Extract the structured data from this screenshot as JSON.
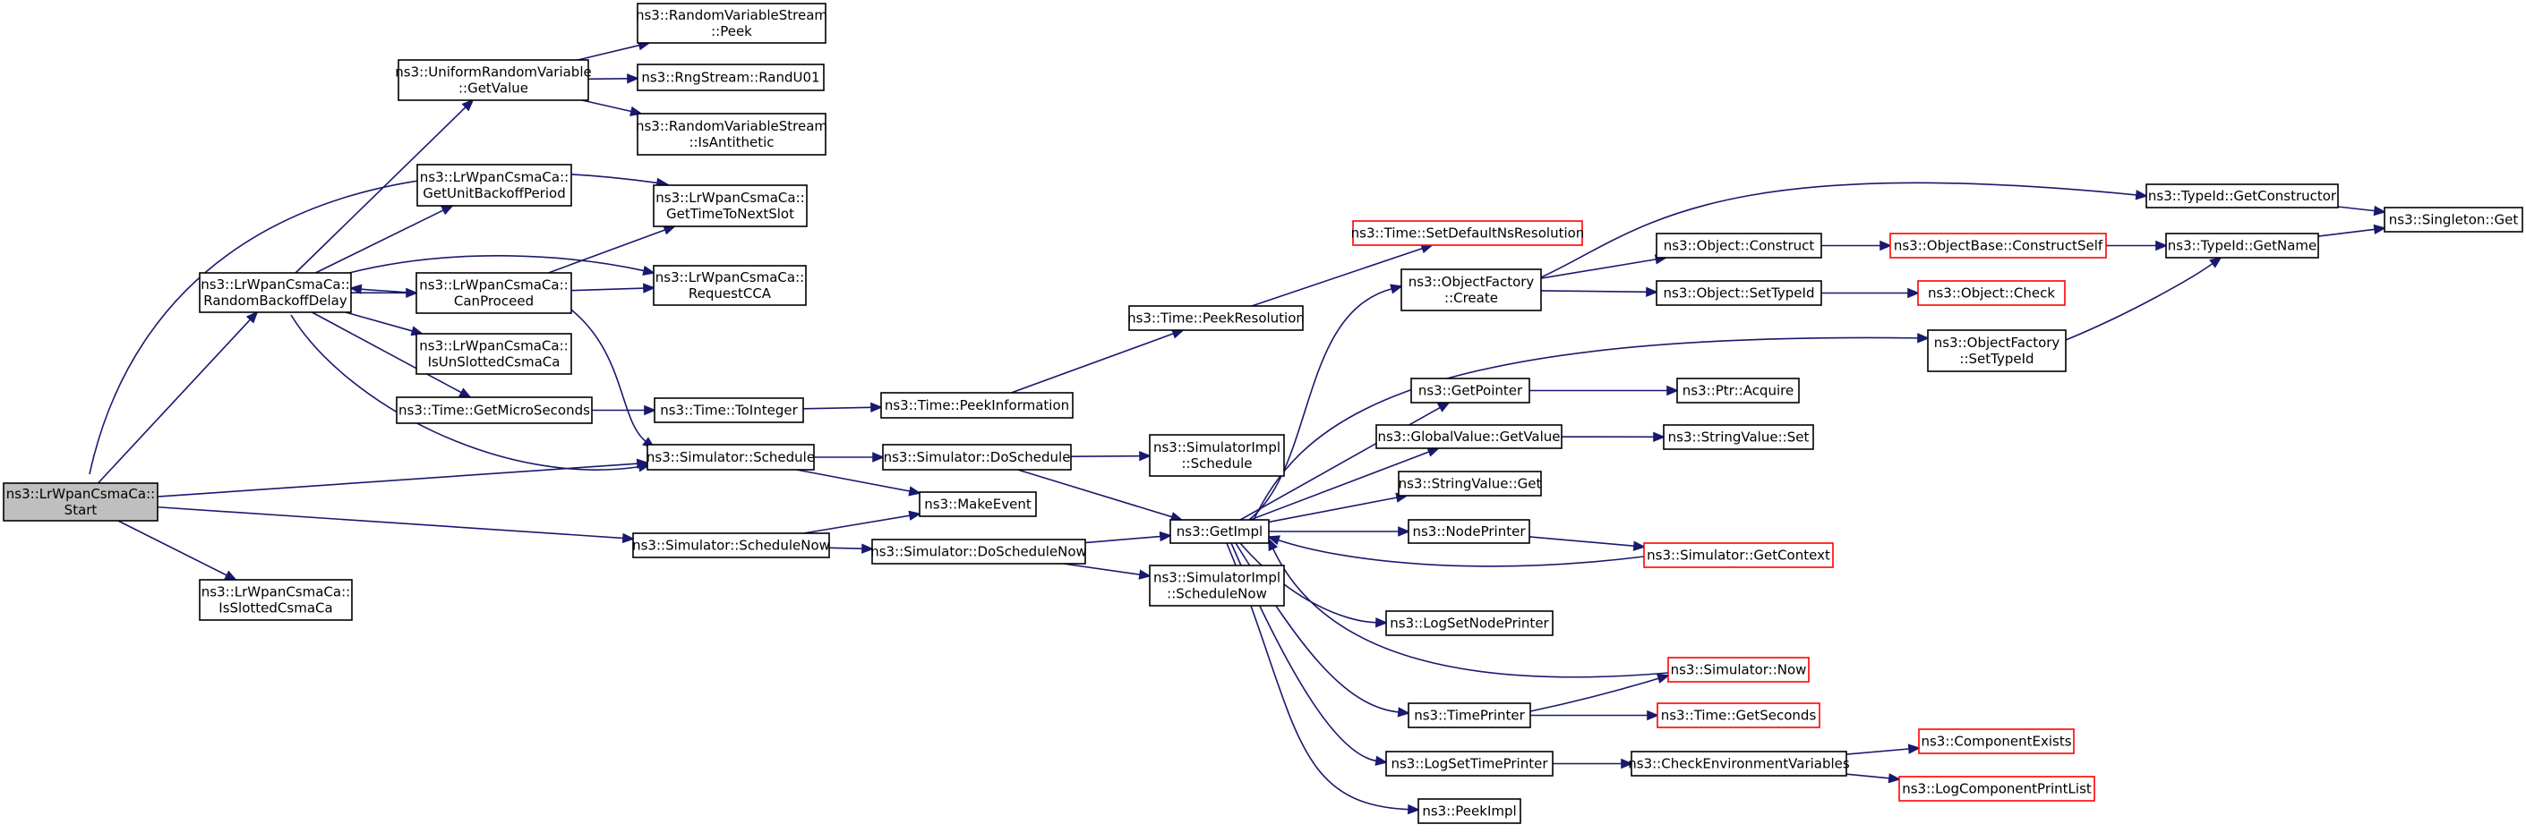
{
  "diagram": {
    "nodes": [
      {
        "id": "start",
        "lines": [
          "ns3::LrWpanCsmaCa::",
          "Start"
        ],
        "root": true
      },
      {
        "id": "rbd",
        "lines": [
          "ns3::LrWpanCsmaCa::",
          "RandomBackoffDelay"
        ]
      },
      {
        "id": "isslot",
        "lines": [
          "ns3::LrWpanCsmaCa::",
          "IsSlottedCsmaCa"
        ]
      },
      {
        "id": "urv",
        "lines": [
          "ns3::UniformRandomVariable",
          "::GetValue"
        ]
      },
      {
        "id": "ubp",
        "lines": [
          "ns3::LrWpanCsmaCa::",
          "GetUnitBackoffPeriod"
        ]
      },
      {
        "id": "canp",
        "lines": [
          "ns3::LrWpanCsmaCa::",
          "CanProceed"
        ]
      },
      {
        "id": "isunslot",
        "lines": [
          "ns3::LrWpanCsmaCa::",
          "IsUnSlottedCsmaCa"
        ]
      },
      {
        "id": "getmicro",
        "lines": [
          "ns3::Time::GetMicroSeconds"
        ]
      },
      {
        "id": "rvspeek",
        "lines": [
          "ns3::RandomVariableStream",
          "::Peek"
        ]
      },
      {
        "id": "randu01",
        "lines": [
          "ns3::RngStream::RandU01"
        ]
      },
      {
        "id": "rvsanti",
        "lines": [
          "ns3::RandomVariableStream",
          "::IsAntithetic"
        ]
      },
      {
        "id": "gttns",
        "lines": [
          "ns3::LrWpanCsmaCa::",
          "GetTimeToNextSlot"
        ]
      },
      {
        "id": "reqcca",
        "lines": [
          "ns3::LrWpanCsmaCa::",
          "RequestCCA"
        ]
      },
      {
        "id": "toint",
        "lines": [
          "ns3::Time::ToInteger"
        ]
      },
      {
        "id": "sched",
        "lines": [
          "ns3::Simulator::Schedule"
        ]
      },
      {
        "id": "schednow",
        "lines": [
          "ns3::Simulator::ScheduleNow"
        ]
      },
      {
        "id": "peekinfo",
        "lines": [
          "ns3::Time::PeekInformation"
        ]
      },
      {
        "id": "dosched",
        "lines": [
          "ns3::Simulator::DoSchedule"
        ]
      },
      {
        "id": "makeevent",
        "lines": [
          "ns3::MakeEvent"
        ]
      },
      {
        "id": "doschednow",
        "lines": [
          "ns3::Simulator::DoScheduleNow"
        ]
      },
      {
        "id": "peekres",
        "lines": [
          "ns3::Time::PeekResolution"
        ]
      },
      {
        "id": "setdefres",
        "lines": [
          "ns3::Time::SetDefaultNsResolution"
        ],
        "trunc": true
      },
      {
        "id": "simimplsched",
        "lines": [
          "ns3::SimulatorImpl",
          "::Schedule"
        ]
      },
      {
        "id": "getimpl",
        "lines": [
          "ns3::GetImpl"
        ]
      },
      {
        "id": "simimplschednow",
        "lines": [
          "ns3::SimulatorImpl",
          "::ScheduleNow"
        ]
      },
      {
        "id": "ofcreate",
        "lines": [
          "ns3::ObjectFactory",
          "::Create"
        ]
      },
      {
        "id": "getptr",
        "lines": [
          "ns3::GetPointer"
        ]
      },
      {
        "id": "gvget",
        "lines": [
          "ns3::GlobalValue::GetValue"
        ]
      },
      {
        "id": "svget",
        "lines": [
          "ns3::StringValue::Get"
        ]
      },
      {
        "id": "nodeprinter",
        "lines": [
          "ns3::NodePrinter"
        ]
      },
      {
        "id": "logsetnp",
        "lines": [
          "ns3::LogSetNodePrinter"
        ]
      },
      {
        "id": "timeprinter",
        "lines": [
          "ns3::TimePrinter"
        ]
      },
      {
        "id": "logsettp",
        "lines": [
          "ns3::LogSetTimePrinter"
        ]
      },
      {
        "id": "peekimpl",
        "lines": [
          "ns3::PeekImpl"
        ]
      },
      {
        "id": "objconstruct",
        "lines": [
          "ns3::Object::Construct"
        ]
      },
      {
        "id": "objsettypeid",
        "lines": [
          "ns3::Object::SetTypeId"
        ]
      },
      {
        "id": "ptracquire",
        "lines": [
          "ns3::Ptr::Acquire"
        ]
      },
      {
        "id": "svset",
        "lines": [
          "ns3::StringValue::Set"
        ]
      },
      {
        "id": "getcontext",
        "lines": [
          "ns3::Simulator::GetContext"
        ],
        "trunc": true
      },
      {
        "id": "simnow",
        "lines": [
          "ns3::Simulator::Now"
        ],
        "trunc": true
      },
      {
        "id": "getseconds",
        "lines": [
          "ns3::Time::GetSeconds"
        ],
        "trunc": true
      },
      {
        "id": "checkenv",
        "lines": [
          "ns3::CheckEnvironmentVariables"
        ]
      },
      {
        "id": "obconstructself",
        "lines": [
          "ns3::ObjectBase::ConstructSelf"
        ],
        "trunc": true
      },
      {
        "id": "objcheck",
        "lines": [
          "ns3::Object::Check"
        ],
        "trunc": true
      },
      {
        "id": "ofsettypeid",
        "lines": [
          "ns3::ObjectFactory",
          "::SetTypeId"
        ]
      },
      {
        "id": "compexists",
        "lines": [
          "ns3::ComponentExists"
        ],
        "trunc": true
      },
      {
        "id": "logcpl",
        "lines": [
          "ns3::LogComponentPrintList"
        ],
        "trunc": true
      },
      {
        "id": "tidgetctor",
        "lines": [
          "ns3::TypeId::GetConstructor"
        ]
      },
      {
        "id": "tidgetname",
        "lines": [
          "ns3::TypeId::GetName"
        ]
      },
      {
        "id": "singletonget",
        "lines": [
          "ns3::Singleton::Get"
        ]
      }
    ],
    "edges": [
      [
        "start",
        "rbd"
      ],
      [
        "start",
        "isslot"
      ],
      [
        "start",
        "gttns"
      ],
      [
        "start",
        "sched"
      ],
      [
        "start",
        "schednow"
      ],
      [
        "rbd",
        "urv"
      ],
      [
        "rbd",
        "ubp"
      ],
      [
        "rbd",
        "canp"
      ],
      [
        "rbd",
        "isunslot"
      ],
      [
        "rbd",
        "getmicro"
      ],
      [
        "rbd",
        "reqcca"
      ],
      [
        "rbd",
        "sched"
      ],
      [
        "urv",
        "rvspeek"
      ],
      [
        "urv",
        "randu01"
      ],
      [
        "urv",
        "rvsanti"
      ],
      [
        "canp",
        "rbd"
      ],
      [
        "canp",
        "gttns"
      ],
      [
        "canp",
        "reqcca"
      ],
      [
        "canp",
        "sched"
      ],
      [
        "getmicro",
        "toint"
      ],
      [
        "toint",
        "peekinfo"
      ],
      [
        "peekinfo",
        "peekres"
      ],
      [
        "peekres",
        "setdefres"
      ],
      [
        "sched",
        "dosched"
      ],
      [
        "sched",
        "makeevent"
      ],
      [
        "schednow",
        "makeevent"
      ],
      [
        "schednow",
        "doschednow"
      ],
      [
        "dosched",
        "simimplsched"
      ],
      [
        "dosched",
        "getimpl"
      ],
      [
        "doschednow",
        "getimpl"
      ],
      [
        "doschednow",
        "simimplschednow"
      ],
      [
        "getimpl",
        "ofcreate"
      ],
      [
        "getimpl",
        "ofsettypeid"
      ],
      [
        "getimpl",
        "getptr"
      ],
      [
        "getimpl",
        "gvget"
      ],
      [
        "getimpl",
        "svget"
      ],
      [
        "getimpl",
        "nodeprinter"
      ],
      [
        "getimpl",
        "logsetnp"
      ],
      [
        "getimpl",
        "timeprinter"
      ],
      [
        "getimpl",
        "logsettp"
      ],
      [
        "getimpl",
        "peekimpl"
      ],
      [
        "getcontext",
        "getimpl"
      ],
      [
        "simnow",
        "getimpl"
      ],
      [
        "ofcreate",
        "objconstruct"
      ],
      [
        "ofcreate",
        "objsettypeid"
      ],
      [
        "ofcreate",
        "tidgetctor"
      ],
      [
        "objconstruct",
        "obconstructself"
      ],
      [
        "obconstructself",
        "tidgetname"
      ],
      [
        "objsettypeid",
        "objcheck"
      ],
      [
        "getptr",
        "ptracquire"
      ],
      [
        "gvget",
        "svset"
      ],
      [
        "nodeprinter",
        "getcontext"
      ],
      [
        "timeprinter",
        "simnow"
      ],
      [
        "timeprinter",
        "getseconds"
      ],
      [
        "logsettp",
        "checkenv"
      ],
      [
        "checkenv",
        "compexists"
      ],
      [
        "checkenv",
        "logcpl"
      ],
      [
        "ofsettypeid",
        "tidgetname"
      ],
      [
        "tidgetctor",
        "singletonget"
      ],
      [
        "tidgetname",
        "singletonget"
      ]
    ]
  }
}
